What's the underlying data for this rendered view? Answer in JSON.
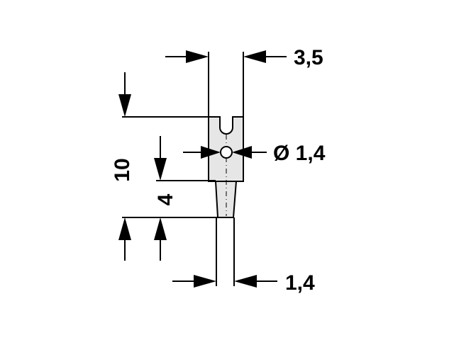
{
  "dimensions": {
    "top_width": "3,5",
    "hole_diameter": "Ø 1,4",
    "overall_height": "10",
    "tip_length": "4",
    "tip_width": "1,4"
  },
  "colors": {
    "line": "#000000",
    "part_fill": "#e6e6e6",
    "background": "#ffffff"
  }
}
